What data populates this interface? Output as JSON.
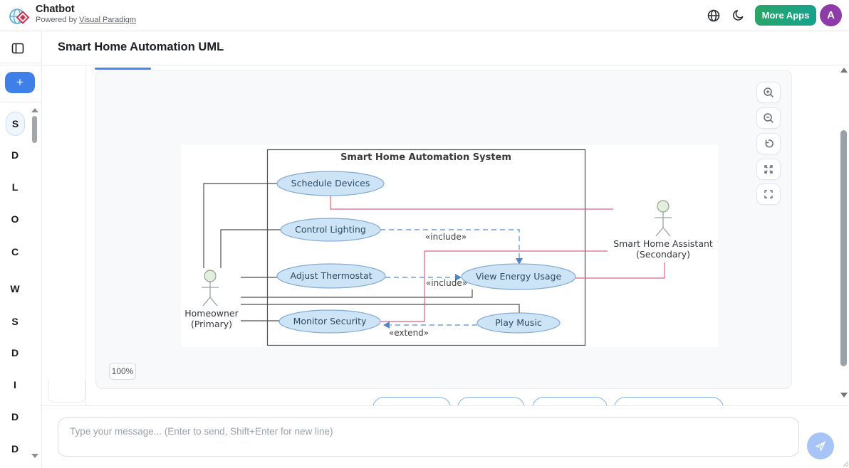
{
  "header": {
    "app_title": "Chatbot",
    "powered_by": "Powered by",
    "powered_by_link": "Visual Paradigm",
    "more_apps": "More Apps",
    "avatar_initial": "A",
    "accent_green": "#2aa568",
    "avatar_purple": "#8d3ba6"
  },
  "page": {
    "title": "Smart Home Automation UML"
  },
  "sidebar": {
    "add_button": "+",
    "items": [
      "S",
      "D",
      "L",
      "O",
      "C",
      "W",
      "S",
      "D",
      "I",
      "D",
      "D"
    ],
    "active_index": 0
  },
  "viewer": {
    "zoom_level": "100%",
    "tools": [
      "zoom-in",
      "zoom-out",
      "reset-view",
      "fit-screen",
      "fullscreen"
    ]
  },
  "diagram": {
    "system_title": "Smart Home Automation System",
    "usecases": [
      "Schedule Devices",
      "Control Lighting",
      "Adjust Thermostat",
      "Monitor Security",
      "View Energy Usage",
      "Play Music"
    ],
    "actors": [
      {
        "name": "Homeowner",
        "role": "(Primary)"
      },
      {
        "name": "Smart Home Assistant",
        "role": "(Secondary)"
      }
    ],
    "stereotype_include": "«include»",
    "stereotype_extend": "«extend»",
    "relationships": [
      {
        "from": "Homeowner",
        "to": "Schedule Devices",
        "type": "association"
      },
      {
        "from": "Homeowner",
        "to": "Control Lighting",
        "type": "association"
      },
      {
        "from": "Homeowner",
        "to": "Adjust Thermostat",
        "type": "association"
      },
      {
        "from": "Homeowner",
        "to": "View Energy Usage",
        "type": "association"
      },
      {
        "from": "Homeowner",
        "to": "Play Music",
        "type": "association"
      },
      {
        "from": "Homeowner",
        "to": "Monitor Security",
        "type": "association"
      },
      {
        "from": "Smart Home Assistant",
        "to": "Schedule Devices",
        "type": "secondary-association"
      },
      {
        "from": "Smart Home Assistant",
        "to": "Monitor Security",
        "type": "secondary-association"
      },
      {
        "from": "Smart Home Assistant",
        "to": "View Energy Usage",
        "type": "secondary-association"
      },
      {
        "from": "Control Lighting",
        "to": "View Energy Usage",
        "type": "include"
      },
      {
        "from": "Adjust Thermostat",
        "to": "View Energy Usage",
        "type": "include"
      },
      {
        "from": "Play Music",
        "to": "Monitor Security",
        "type": "extend"
      }
    ],
    "colors": {
      "usecase_fill": "#cde4f6",
      "usecase_border": "#83abd1",
      "association": "#4d4d4d",
      "secondary_link": "#e06080",
      "dependency": "#6b9fd8"
    }
  },
  "composer": {
    "placeholder": "Type your message... (Enter to send, Shift+Enter for new line)"
  }
}
